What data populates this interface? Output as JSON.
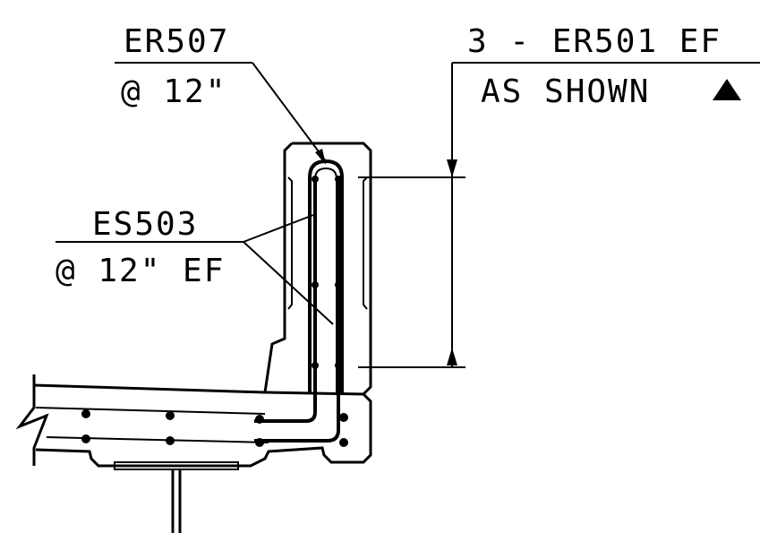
{
  "labels": {
    "er507_mark": "ER507",
    "er507_spacing": "@ 12\"",
    "es503_mark": "ES503",
    "es503_spacing": "@ 12\" EF",
    "er501_mark": "3 - ER501 EF",
    "er501_note": "AS SHOWN"
  }
}
